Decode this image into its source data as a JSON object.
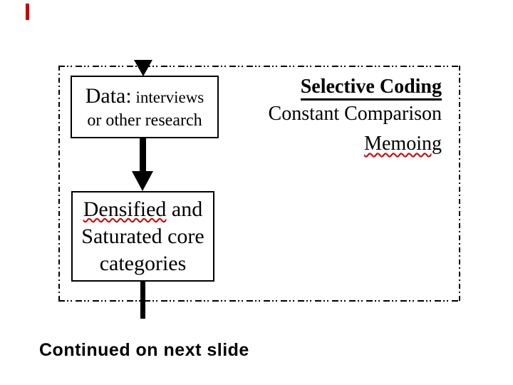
{
  "colors": {
    "ink": "#000000",
    "squiggle_red": "#cc0000",
    "red_mark": "#cc0000",
    "background": "#ffffff"
  },
  "flow": {
    "data_box": {
      "term": "Data:",
      "term_rest": " interviews",
      "line2": "or other research"
    },
    "core_box": {
      "word_squiggled": "Densified",
      "line1_rest": " and",
      "line2": "Saturated core",
      "line3": "categories"
    }
  },
  "methods": {
    "line1": "Selective Coding",
    "line2": "Constant Comparison",
    "line3": "Memoing"
  },
  "footer": {
    "text": "Continued on next slide"
  }
}
